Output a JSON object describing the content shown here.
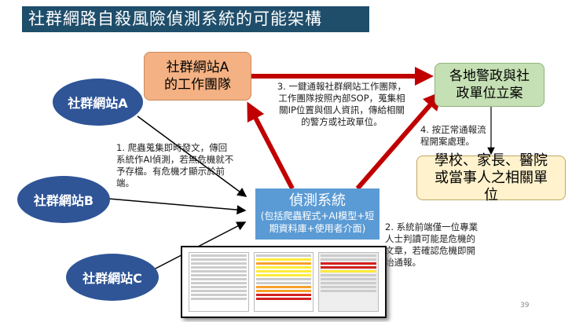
{
  "title": "社群網路自殺風險偵測系統的可能架構",
  "sites": {
    "a": "社群網站A",
    "b": "社群網站B",
    "c": "社群網站C"
  },
  "team_box": "社群網站A的工作團隊",
  "police_box": "各地警政與社政單位立案",
  "school_box": "學校、家長、醫院或當事人之相關單位",
  "detect": {
    "title": "偵測系統",
    "subtitle": "(包括爬蟲程式+AI模型+短期資料庫+使用者介面)"
  },
  "notes": {
    "step1": "1. 爬蟲蒐集即時發文，傳回系統作AI偵測，若無危機就不予存檔。有危機才顯示於前端。",
    "step2": "2. 系統前端僅一位專業人士判讀可能是危機的文章，若確認危機即開始通報。",
    "step3": "3. 一鍵通報社群網站工作團隊，工作團隊按照內部SOP，蒐集相關IP位置與個人資訊，傳給相關的警方或社政單位。",
    "step4": "4. 按正常通報流程開案處理。"
  },
  "page_number": "39",
  "colors": {
    "title_bg": "#1f4e6b",
    "ellipse": "#2f5597",
    "team": "#f4b183",
    "police": "#c5e0b4",
    "school": "#fff2cc",
    "detect": "#5b9bd5",
    "arrow_red": "#c00000"
  }
}
